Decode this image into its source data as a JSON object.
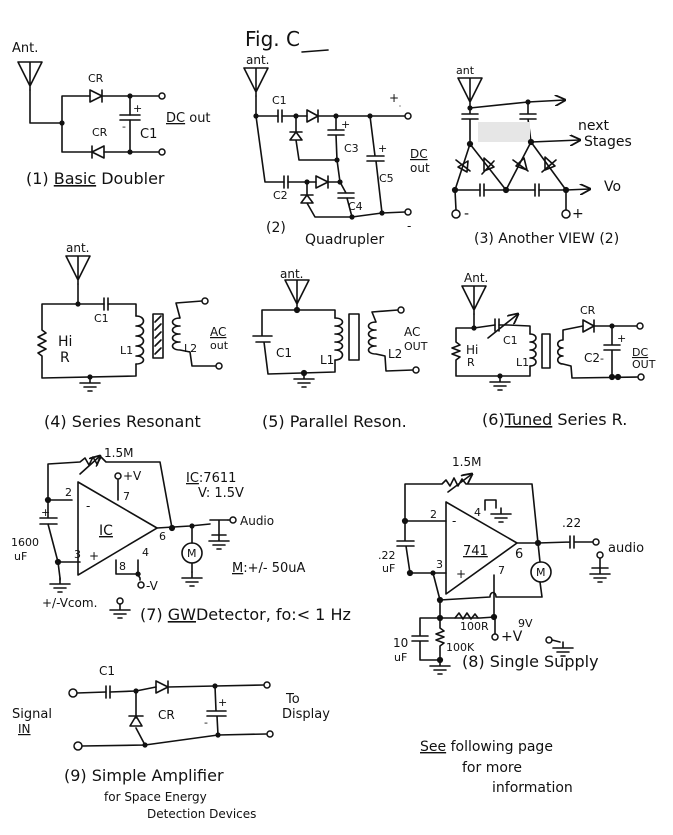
{
  "page": {
    "title": "Fig. C",
    "footer_note": {
      "line1_emph": "See",
      "line1_rest": "following page",
      "line2": "for more",
      "line3": "information"
    }
  },
  "diagrams": [
    {
      "id": 1,
      "caption_num": "(1)",
      "caption_emph": "Basic",
      "caption_rest": "Doubler",
      "labels": {
        "antenna": "Ant.",
        "diode_top": "CR",
        "diode_bottom": "CR",
        "capacitor": "C1",
        "plus": "+",
        "minus": "-",
        "output_emph": "DC",
        "output_rest": "out"
      }
    },
    {
      "id": 2,
      "caption_num": "(2)",
      "caption": "Quadrupler",
      "labels": {
        "antenna": "ant.",
        "c1": "C1",
        "c2": "C2",
        "c3": "C3",
        "c4": "C4",
        "c5": "C5",
        "plus": "+",
        "minus": "-",
        "output_line1": "DC",
        "output_line2": "out"
      }
    },
    {
      "id": 3,
      "caption": "(3) Another VIEW (2)",
      "labels": {
        "antenna": "ant",
        "next_line1": "next",
        "next_line2": "Stages",
        "vo": "Vo",
        "minus": "-",
        "plus": "+"
      }
    },
    {
      "id": 4,
      "caption": "(4) Series Resonant",
      "labels": {
        "antenna": "ant.",
        "resistor_line1": "Hi",
        "resistor_line2": "R",
        "c1": "C1",
        "l1": "L1",
        "l2": "L2",
        "output_line1": "AC",
        "output_line2": "out"
      }
    },
    {
      "id": 5,
      "caption": "(5) Parallel Reson.",
      "labels": {
        "antenna": "ant.",
        "c1": "C1",
        "l1": "L1",
        "l2": "L2",
        "output_line1": "AC",
        "output_line2": "OUT"
      }
    },
    {
      "id": 6,
      "caption_num": "(6)",
      "caption_emph": "Tuned",
      "caption_rest": "Series R.",
      "labels": {
        "antenna": "Ant.",
        "resistor_line1": "Hi",
        "resistor_line2": "R",
        "c1": "C1",
        "l1": "L1",
        "cr": "CR",
        "c2": "C2",
        "plus": "+",
        "minus": "-",
        "output_line1": "DC",
        "output_line2": "OUT"
      }
    },
    {
      "id": 7,
      "caption_num": "(7)",
      "caption_emph": "GW",
      "caption_rest": "Detector, fo:< 1 Hz",
      "labels": {
        "feedback_resistor": "1.5M",
        "pos_supply": "+V",
        "neg_supply": "-V",
        "pin2": "2",
        "pin3": "3",
        "pin4": "4",
        "pin6": "6",
        "pin7": "7",
        "pin8": "8",
        "opamp": "IC",
        "inv": "-",
        "noninv": "+",
        "cap_line1": "1600",
        "cap_line2": "uF",
        "cap_plus": "+",
        "audio": "Audio",
        "meter": "M",
        "common": "+/-Vcom.",
        "ic_spec_emph": "IC",
        "ic_spec_rest": ":7611",
        "voltage_spec": "V: 1.5V",
        "meter_spec_emph": "M",
        "meter_spec_rest": ":+/- 50uA"
      }
    },
    {
      "id": 8,
      "caption": "(8) Single Supply",
      "labels": {
        "feedback_resistor": "1.5M",
        "pin2": "2",
        "pin3": "3",
        "pin4": "4",
        "pin6": "6",
        "pin7": "7",
        "opamp": "741",
        "inv": "-",
        "noninv": "+",
        "cap_line1": ".22",
        "cap_line2": "uF",
        "out_cap": ".22",
        "audio": "audio",
        "meter": "M",
        "r_series": "100R",
        "r_shunt": "100K",
        "bias_cap_line1": "10",
        "bias_cap_line2": "uF",
        "supply": "+V",
        "supply_value": "9V"
      }
    },
    {
      "id": 9,
      "caption_line1": "(9) Simple Amplifier",
      "caption_line2": "for Space Energy",
      "caption_line3": "Detection Devices",
      "labels": {
        "c1": "C1",
        "cr": "CR",
        "plus": "+",
        "minus": "-",
        "input_line1": "Signal",
        "input_line2": "IN",
        "output_line1": "To",
        "output_line2": "Display"
      }
    }
  ]
}
